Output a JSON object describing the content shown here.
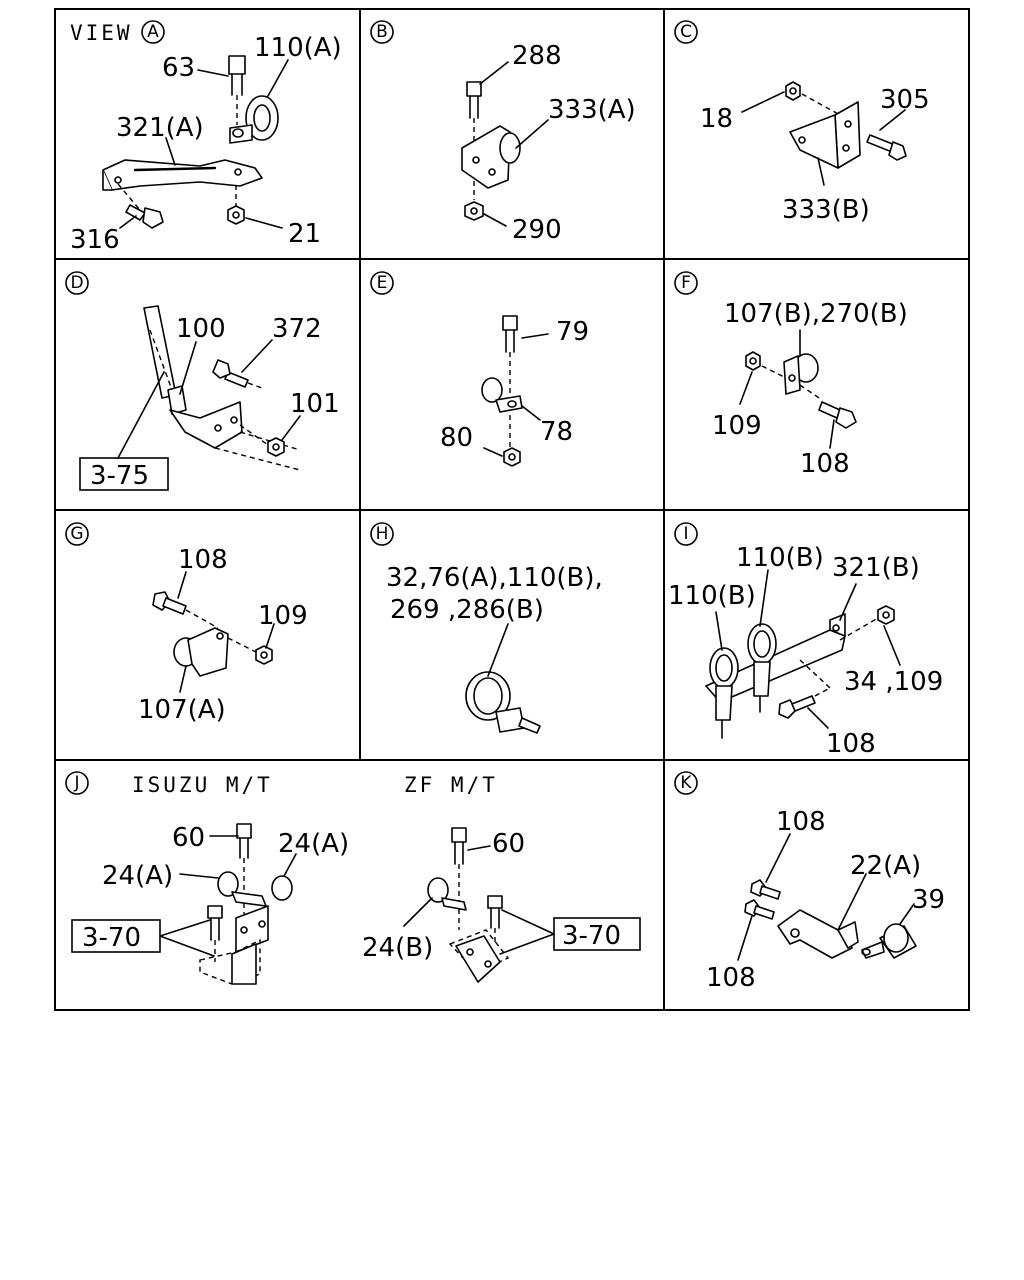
{
  "panels": {
    "A": {
      "view_word": "VIEW",
      "letter": "A",
      "labels": {
        "p63": "63",
        "p110a": "110(A)",
        "p321a": "321(A)",
        "p316": "316",
        "p21": "21"
      }
    },
    "B": {
      "letter": "B",
      "labels": {
        "p288": "288",
        "p333a": "333(A)",
        "p290": "290"
      }
    },
    "C": {
      "letter": "C",
      "labels": {
        "p18": "18",
        "p305": "305",
        "p333b": "333(B)"
      }
    },
    "D": {
      "letter": "D",
      "labels": {
        "p100": "100",
        "p372": "372",
        "p101": "101",
        "ref": "3-75"
      }
    },
    "E": {
      "letter": "E",
      "labels": {
        "p79": "79",
        "p78": "78",
        "p80": "80"
      }
    },
    "F": {
      "letter": "F",
      "labels": {
        "p107b": "107(B),270(B)",
        "p109": "109",
        "p108": "108"
      }
    },
    "G": {
      "letter": "G",
      "labels": {
        "p108": "108",
        "p109": "109",
        "p107a": "107(A)"
      }
    },
    "H": {
      "letter": "H",
      "labels": {
        "line1": "32,76(A),110(B),",
        "line2": "269 ,286(B)"
      }
    },
    "I": {
      "letter": "I",
      "labels": {
        "p110b_left": "110(B)",
        "p110b_top": "110(B)",
        "p321b": "321(B)",
        "p34": "34 ,109",
        "p108": "108"
      }
    },
    "J": {
      "letter": "J",
      "isuzu_title": "ISUZU M/T",
      "zf_title": "ZF M/T",
      "labels": {
        "p60_left": "60",
        "p24a_right": "24(A)",
        "p24a_left": "24(A)",
        "ref_left": "3-70",
        "p60_right": "60",
        "p24b": "24(B)",
        "ref_right": "3-70"
      }
    },
    "K": {
      "letter": "K",
      "labels": {
        "p108_top": "108",
        "p22a": "22(A)",
        "p39": "39",
        "p108_bottom": "108"
      }
    }
  }
}
